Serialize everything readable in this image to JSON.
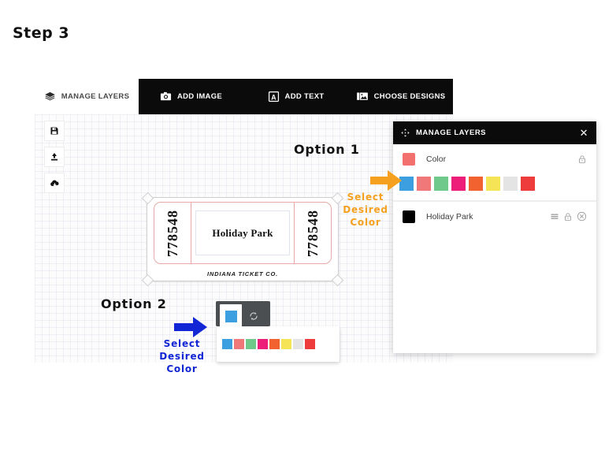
{
  "page": {
    "step_title": "Step 3",
    "background": "#ffffff"
  },
  "app": {
    "toolbar": {
      "tabs": [
        {
          "id": "manage-layers",
          "label": "MANAGE LAYERS",
          "icon": "layers-icon",
          "active": false,
          "style": "light"
        },
        {
          "id": "add-image",
          "label": "ADD IMAGE",
          "icon": "camera-icon",
          "active": true,
          "style": "dark"
        },
        {
          "id": "add-text",
          "label": "ADD TEXT",
          "icon": "text-a-icon",
          "active": true,
          "style": "dark"
        },
        {
          "id": "choose-designs",
          "label": "CHOOSE DESIGNS",
          "icon": "image-gallery-icon",
          "active": true,
          "style": "dark"
        }
      ]
    },
    "rail": [
      {
        "id": "save",
        "icon": "floppy-disk-icon"
      },
      {
        "id": "upload",
        "icon": "upload-arrow-icon"
      },
      {
        "id": "cloud-download",
        "icon": "cloud-download-icon"
      }
    ],
    "ticket": {
      "serial_left": "778548",
      "serial_right": "778548",
      "center_text": "Holiday Park",
      "footer_text": "INDIANA TICKET CO."
    }
  },
  "annotations": {
    "option1": {
      "label": "Option 1",
      "caption": "Select\nDesired\nColor",
      "caption_lines": [
        "Select",
        "Desired",
        "Color"
      ],
      "arrow": "right-arrow-icon",
      "color": "#f5a01e"
    },
    "option2": {
      "label": "Option 2",
      "caption_lines": [
        "Select",
        "Desired",
        "Color"
      ],
      "arrow": "right-arrow-icon",
      "color": "#1226d6"
    }
  },
  "option2_popup": {
    "current_color": "#3b9fe0",
    "refresh_icon": "refresh-icon",
    "palette": [
      "#3b9fe0",
      "#f07878",
      "#6ec98b",
      "#ec1e79",
      "#f26230",
      "#f5e455",
      "#e4e4e4",
      "#ee3b3b"
    ]
  },
  "manage_layers_panel": {
    "title": "MANAGE LAYERS",
    "move_icon": "move-arrows-icon",
    "close_icon": "close-x-icon",
    "rows": [
      {
        "id": "color",
        "name": "Color",
        "chip": "#f2706e",
        "actions": [
          "lock-icon"
        ]
      },
      {
        "id": "holiday-park",
        "name": "Holiday Park",
        "chip": "#000000",
        "actions": [
          "layers-stack-icon",
          "lock-icon",
          "remove-circle-icon"
        ]
      }
    ],
    "palette": [
      "#3b9fe0",
      "#f07878",
      "#6ec98b",
      "#ec1e79",
      "#f26230",
      "#f5e455",
      "#e4e4e4",
      "#ee3b3b"
    ]
  }
}
